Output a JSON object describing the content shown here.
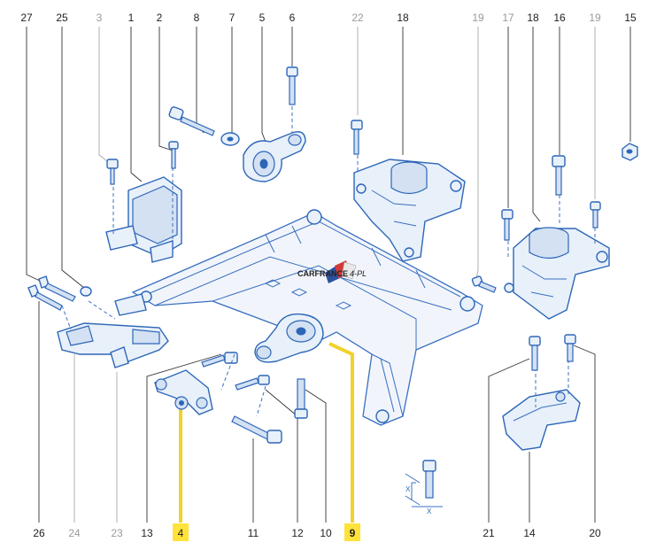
{
  "callouts_top": [
    "27",
    "25",
    "3",
    "1",
    "2",
    "8",
    "7",
    "5",
    "6",
    "22",
    "18",
    "19",
    "17",
    "18",
    "16",
    "19",
    "15"
  ],
  "callouts_bottom": [
    "26",
    "24",
    "23",
    "13",
    "4",
    "11",
    "12",
    "10",
    "9",
    "21",
    "14",
    "20"
  ],
  "logo": {
    "text": "CARFRANCE",
    "suffix": "4-PL"
  },
  "detail_labels": {
    "x1": "X",
    "x2": "X"
  },
  "colors": {
    "line_art": "#2d66b8",
    "highlight": "#ffe23a",
    "leader": "#333333",
    "muted_label": "#9a9a9a"
  }
}
